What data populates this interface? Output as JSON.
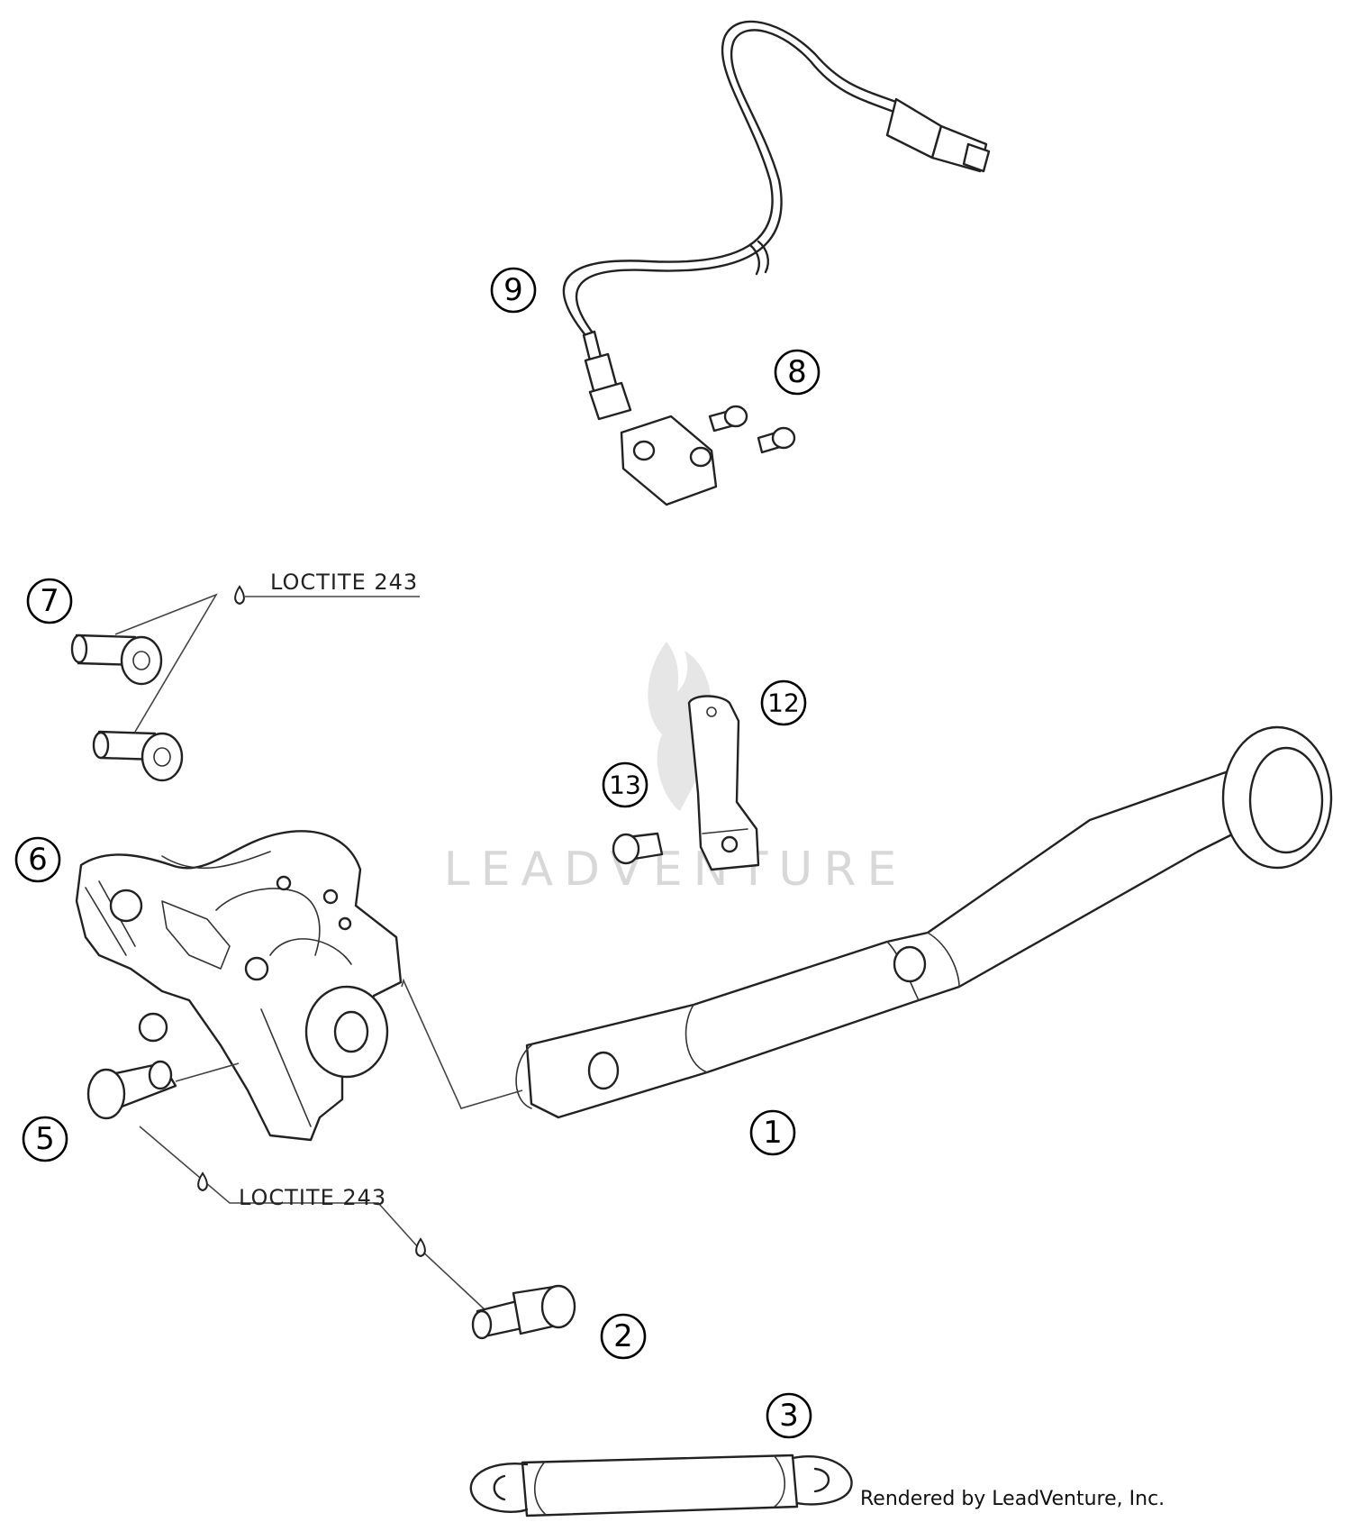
{
  "watermark": {
    "text": "LEADVENTURE"
  },
  "credit": {
    "text": "Rendered by LeadVenture, Inc."
  },
  "callouts": [
    {
      "id": "1",
      "label": "1"
    },
    {
      "id": "2",
      "label": "2"
    },
    {
      "id": "3",
      "label": "3"
    },
    {
      "id": "5",
      "label": "5"
    },
    {
      "id": "6",
      "label": "6"
    },
    {
      "id": "7",
      "label": "7"
    },
    {
      "id": "8",
      "label": "8"
    },
    {
      "id": "9",
      "label": "9"
    },
    {
      "id": "12",
      "label": "12"
    },
    {
      "id": "13",
      "label": "13"
    }
  ],
  "notes": [
    {
      "text": "LOCTITE 243"
    },
    {
      "text": "LOCTITE 243"
    }
  ]
}
